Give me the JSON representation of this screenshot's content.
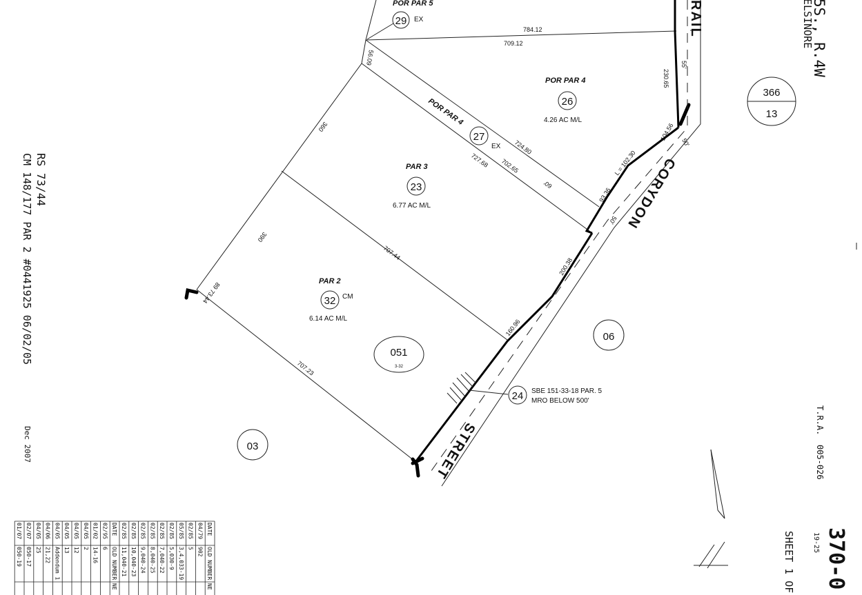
{
  "parcels": [
    {
      "label": "POR PAR 5",
      "number": "29",
      "suffix": "EX"
    },
    {
      "label": "POR PAR 4",
      "number": "26",
      "area": "4.26 AC M/L"
    },
    {
      "label": "POR PAR 4",
      "number": "27",
      "suffix": "EX"
    },
    {
      "label": "PAR 3",
      "number": "23",
      "area": "6.77 AC M/L"
    },
    {
      "label": "PAR 2",
      "number": "32",
      "suffix": "CM",
      "area": "6.14 AC M/L"
    }
  ],
  "dimensions": {
    "d784": "784.12",
    "d709": "709.12",
    "d5609": "56.09",
    "d724": "724.80",
    "d727": "727.68",
    "d702": "702.65",
    "d60": "60'",
    "d360": "360",
    "d390": "390",
    "d707a": "707.44",
    "d707b": "707.23",
    "d8973": "89 73.44",
    "d230": "230.65",
    "d55": "55'",
    "d104": "104.56",
    "d50a": "50'",
    "dL": "L = 102.30",
    "d93": "93.36",
    "d50b": "50'",
    "d200": "200.38",
    "d160": "160.96"
  },
  "easement": {
    "number": "24",
    "line1": "SBE 151-33-18 PAR. 5",
    "line2": "MRO BELOW 500'"
  },
  "neighbors": {
    "n06": "06",
    "n03": "03"
  },
  "book_page": {
    "number": "051",
    "sub": "3-32"
  },
  "section_ref": {
    "top": "366",
    "bottom": "13"
  },
  "roads": {
    "corydon": "CORYDON",
    "street": "STREET",
    "rail": "RAIL"
  },
  "notes": {
    "rs": "RS  73/44",
    "cm": "CM  148/177  PAR  2  #0441925  06/02/05",
    "date": "Dec  2007"
  },
  "header": {
    "township": "5S., R.4W",
    "city": "ELSINORE",
    "tra_label": "T.R.A.",
    "tra": "005-026",
    "book": "370-0",
    "sub": "19-25",
    "sheet": "SHEET 1 OF"
  },
  "history_table": {
    "rows": [
      [
        "DATE",
        "OLD NUMBER",
        "NE"
      ],
      [
        "04/79",
        "902",
        ""
      ],
      [
        "02/85",
        "5",
        ""
      ],
      [
        "05/85",
        "3,4,033-19",
        ""
      ],
      [
        "02/85",
        "5,030-9",
        ""
      ],
      [
        "02/85",
        "7,040-22",
        ""
      ],
      [
        "02/85",
        "8,040-25",
        ""
      ],
      [
        "02/85",
        "9,040-24",
        ""
      ],
      [
        "02/85",
        "10,040-23",
        ""
      ],
      [
        "02/85",
        "11,040-21",
        ""
      ],
      [
        "DATE",
        "OLD NUMBER",
        "NE"
      ],
      [
        "02/95",
        "6",
        ""
      ],
      [
        "01/02",
        "14-16",
        ""
      ],
      [
        "04/05",
        "2",
        ""
      ],
      [
        "04/05",
        "12",
        ""
      ],
      [
        "04/05",
        "13",
        ""
      ],
      [
        "04/05",
        "Addendum 1",
        ""
      ],
      [
        "04/06",
        "21,22",
        ""
      ],
      [
        "04/05",
        "25",
        ""
      ],
      [
        "02/07",
        "050-17",
        ""
      ],
      [
        "01/07",
        "050-19",
        ""
      ]
    ]
  }
}
